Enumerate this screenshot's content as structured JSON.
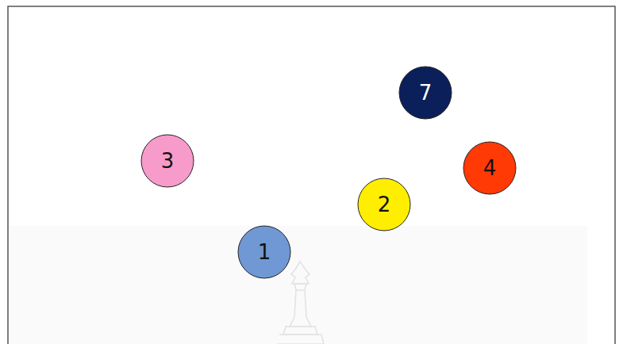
{
  "diagram": {
    "nodes": [
      {
        "text": [
          "7"
        ]
      },
      {
        "text": [
          "3"
        ]
      },
      {
        "text": [
          "4"
        ]
      },
      {
        "text": [
          "2"
        ]
      },
      {
        "text": [
          "1"
        ]
      }
    ]
  }
}
